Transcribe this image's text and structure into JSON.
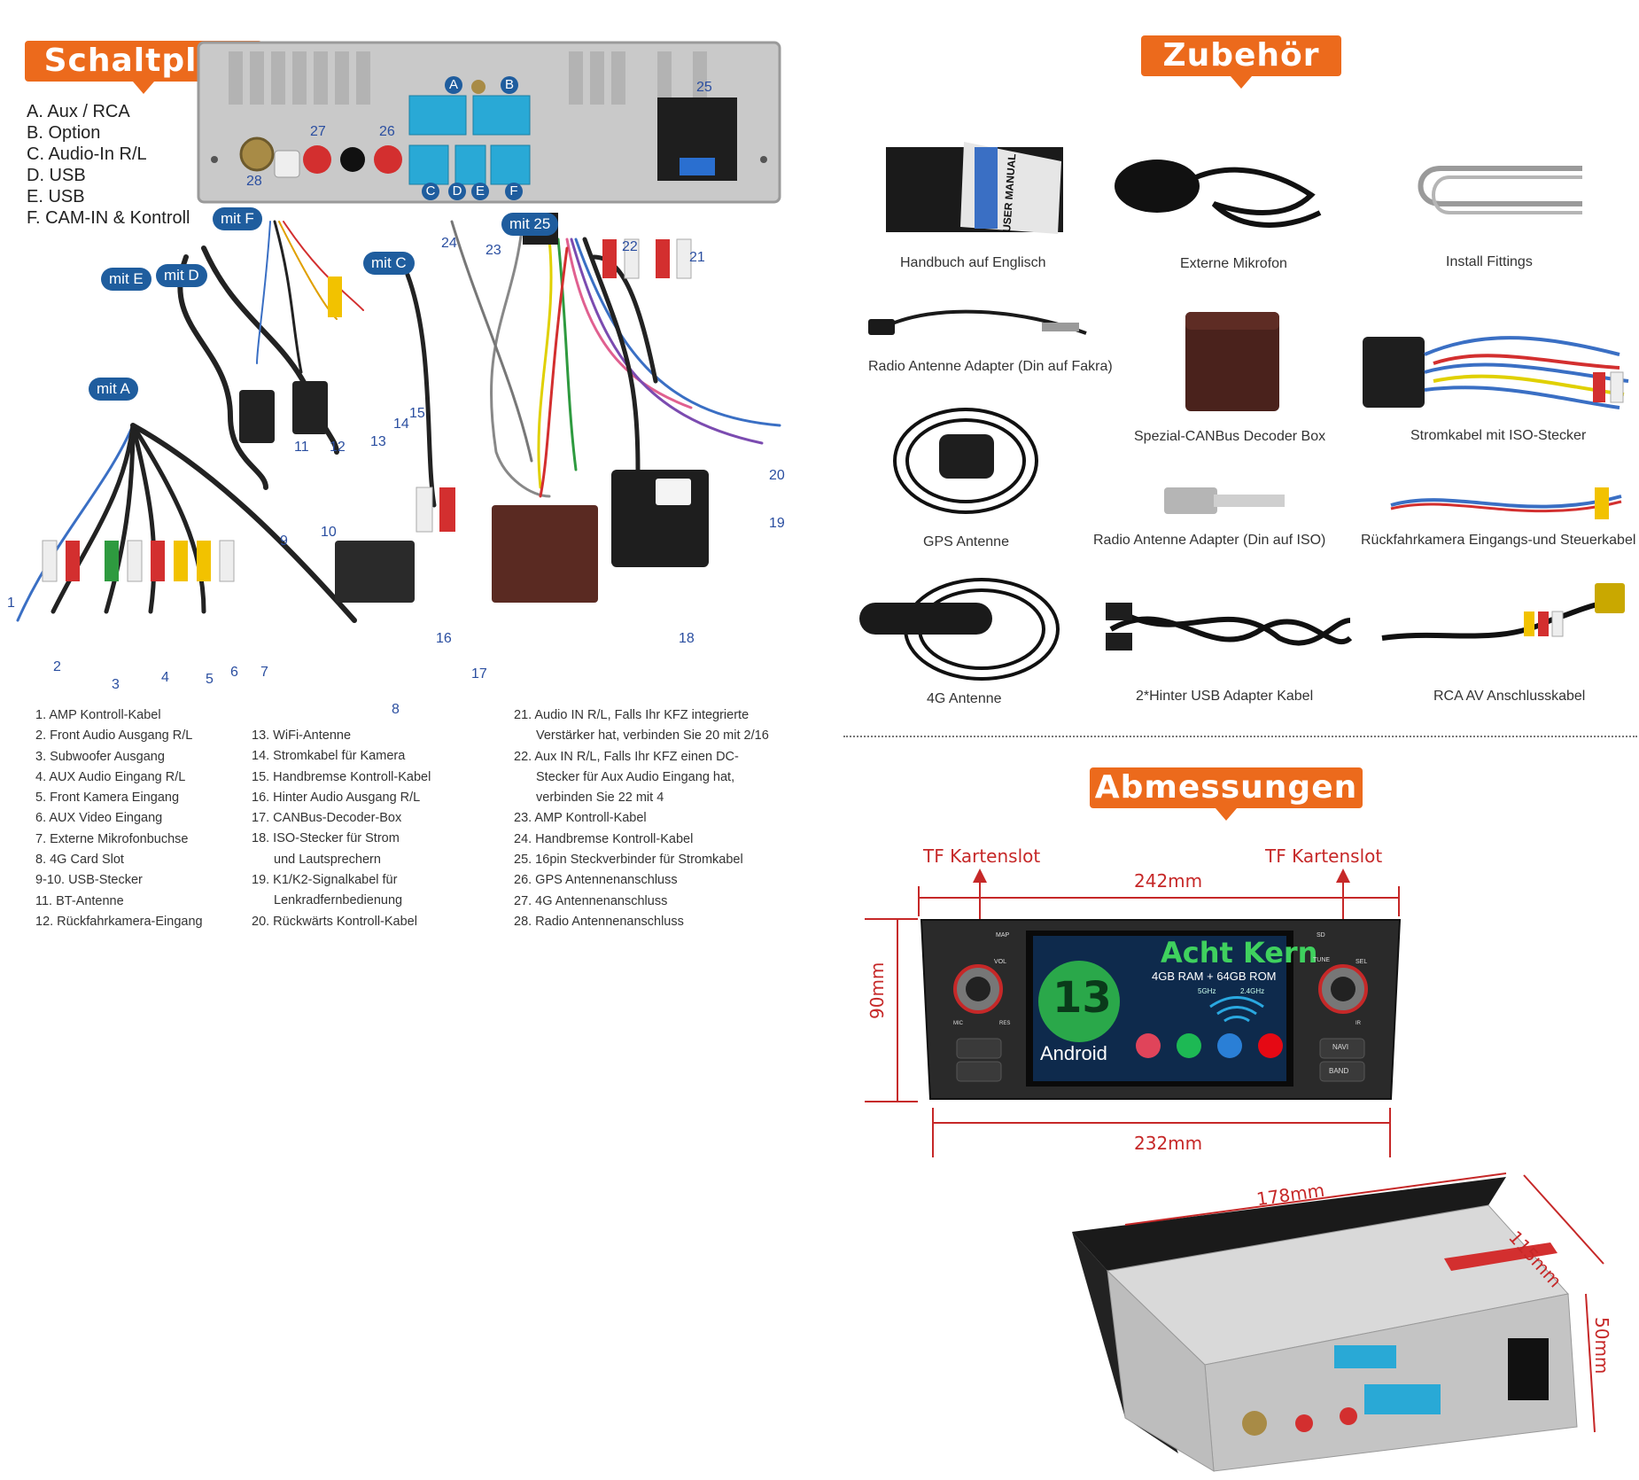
{
  "headings": {
    "schaltplan": "Schaltplan",
    "zubehoer": "Zubehör",
    "abmessungen": "Abmessungen"
  },
  "legend": [
    "A. Aux / RCA",
    "B. Option",
    "C. Audio-In R/L",
    "D. USB",
    "E. USB",
    "F. CAM-IN & Kontroll"
  ],
  "connector_letters": [
    "A",
    "B",
    "C",
    "D",
    "E",
    "F"
  ],
  "panel_numbers": {
    "n25": "25",
    "n26": "26",
    "n27": "27",
    "n28": "28"
  },
  "badges": {
    "mit_f": "mit F",
    "mit_e": "mit E",
    "mit_d": "mit D",
    "mit_c": "mit C",
    "mit_25": "mit 25",
    "mit_a": "mit A"
  },
  "cable_numbers": [
    "1",
    "2",
    "3",
    "4",
    "5",
    "6",
    "7",
    "8",
    "9",
    "10",
    "11",
    "12",
    "13",
    "14",
    "15",
    "16",
    "17",
    "18",
    "19",
    "20",
    "21",
    "22",
    "23",
    "24"
  ],
  "cable_legend": {
    "col1": [
      "1. AMP Kontroll-Kabel",
      "2. Front Audio Ausgang R/L",
      "3. Subwoofer Ausgang",
      "4. AUX Audio Eingang R/L",
      "5. Front Kamera Eingang",
      "6. AUX Video Eingang",
      "7. Externe Mikrofonbuchse",
      "8. 4G Card Slot",
      "9-10. USB-Stecker",
      "11. BT-Antenne",
      "12. Rückfahrkamera-Eingang"
    ],
    "col2": [
      "13. WiFi-Antenne",
      "14. Stromkabel für Kamera",
      "15. Handbremse Kontroll-Kabel",
      "16. Hinter Audio Ausgang R/L",
      "17. CANBus-Decoder-Box",
      "18. ISO-Stecker für Strom",
      "und Lautsprechern",
      "19. K1/K2-Signalkabel für",
      "Lenkradfernbedienung",
      "20. Rückwärts Kontroll-Kabel"
    ],
    "col3": [
      "21. Audio IN R/L, Falls Ihr KFZ integrierte",
      "Verstärker hat, verbinden Sie 20 mit 2/16",
      "22. Aux IN R/L, Falls Ihr KFZ einen DC-",
      "Stecker für Aux Audio Eingang hat,",
      "verbinden Sie 22 mit 4",
      "23. AMP Kontroll-Kabel",
      "24. Handbremse Kontroll-Kabel",
      "25. 16pin Steckverbinder für Stromkabel",
      "26. GPS Antennenanschluss",
      "27. 4G Antennenanschluss",
      "28. Radio Antennenanschluss"
    ]
  },
  "accessories": {
    "handbuch": "Handbuch auf Englisch",
    "mikrofon": "Externe Mikrofon",
    "fittings": "Install Fittings",
    "fakra": "Radio Antenne Adapter (Din auf Fakra)",
    "canbus": "Spezial-CANBus Decoder Box",
    "stromkabel": "Stromkabel mit ISO-Stecker",
    "gps": "GPS Antenne",
    "iso": "Radio Antenne Adapter (Din auf ISO)",
    "kamera": "Rückfahrkamera Eingangs-und Steuerkabel",
    "antenne4g": "4G Antenne",
    "usb": "2*Hinter USB Adapter Kabel",
    "rca": "RCA AV Anschlusskabel"
  },
  "manual_label": "USER MANUAL",
  "dimensions": {
    "tf_left": "TF Kartenslot",
    "tf_right": "TF Kartenslot",
    "width_top": "242mm",
    "width_bottom": "232mm",
    "height": "90mm",
    "depth": "178mm",
    "side": "115mm",
    "thickness": "50mm"
  },
  "screen": {
    "title": "Acht Kern",
    "spec": "4GB RAM + 64GB ROM",
    "version": "13",
    "os": "Android",
    "wifi_left": "5GHz",
    "wifi_right": "2.4GHz"
  },
  "unit_labels": {
    "map": "MAP",
    "sd": "SD",
    "vol": "VOL",
    "tune": "TUNE",
    "sel": "SEL",
    "navi": "NAVI",
    "band": "BAND",
    "mic": "MIC",
    "res": "RES",
    "ir": "IR"
  },
  "colors": {
    "accent": "#ec6a1c",
    "badge": "#1f5d9e",
    "dimension": "#c62828",
    "connector": "#29a9d6"
  }
}
